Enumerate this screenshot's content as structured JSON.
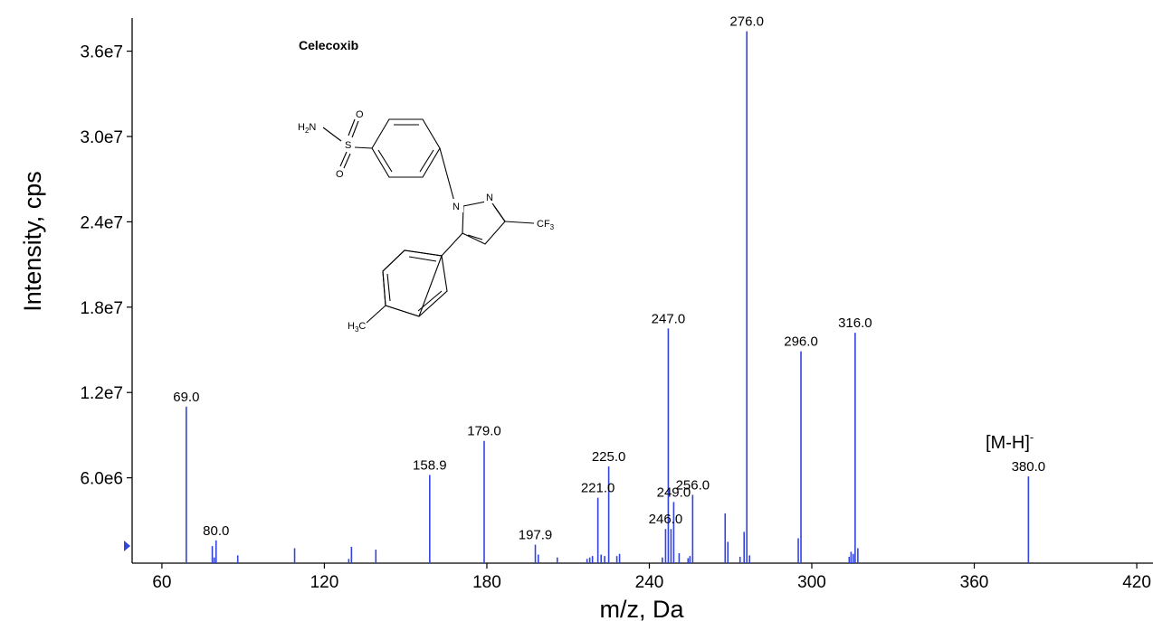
{
  "chart_data": {
    "type": "bar",
    "xlabel": "m/z, Da",
    "ylabel": "Intensity, cps",
    "xlim": [
      49,
      426
    ],
    "ylim": [
      0,
      37500000
    ],
    "x_ticks": [
      {
        "value": 60,
        "label": "60"
      },
      {
        "value": 120,
        "label": "120"
      },
      {
        "value": 180,
        "label": "180"
      },
      {
        "value": 240,
        "label": "240"
      },
      {
        "value": 300,
        "label": "300"
      },
      {
        "value": 360,
        "label": "360"
      },
      {
        "value": 420,
        "label": "420"
      }
    ],
    "y_ticks": [
      {
        "value": 6000000,
        "label": "6.0e6"
      },
      {
        "value": 12000000,
        "label": "1.2e7"
      },
      {
        "value": 18000000,
        "label": "1.8e7"
      },
      {
        "value": 24000000,
        "label": "2.4e7"
      },
      {
        "value": 30000000,
        "label": "3.0e7"
      },
      {
        "value": 36000000,
        "label": "3.6e7"
      }
    ],
    "bar_color": "#3344dd",
    "peaks": [
      {
        "mz": 69.0,
        "intensity": 11000000,
        "label": "69.0"
      },
      {
        "mz": 78.6,
        "intensity": 1200000
      },
      {
        "mz": 79.3,
        "intensity": 400000
      },
      {
        "mz": 80.0,
        "intensity": 1600000,
        "label": "80.0"
      },
      {
        "mz": 88.0,
        "intensity": 550000
      },
      {
        "mz": 109.0,
        "intensity": 1050000
      },
      {
        "mz": 129.0,
        "intensity": 300000
      },
      {
        "mz": 130.0,
        "intensity": 1150000
      },
      {
        "mz": 139.0,
        "intensity": 950000
      },
      {
        "mz": 158.9,
        "intensity": 6200000,
        "label": "158.9"
      },
      {
        "mz": 179.0,
        "intensity": 8600000,
        "label": "179.0"
      },
      {
        "mz": 197.9,
        "intensity": 1300000,
        "label": "197.9"
      },
      {
        "mz": 199.0,
        "intensity": 600000
      },
      {
        "mz": 206.0,
        "intensity": 400000
      },
      {
        "mz": 217.0,
        "intensity": 300000
      },
      {
        "mz": 218.0,
        "intensity": 400000
      },
      {
        "mz": 219.0,
        "intensity": 500000
      },
      {
        "mz": 221.0,
        "intensity": 4600000,
        "label": "221.0"
      },
      {
        "mz": 222.2,
        "intensity": 600000
      },
      {
        "mz": 223.5,
        "intensity": 500000
      },
      {
        "mz": 225.0,
        "intensity": 6800000,
        "label": "225.0"
      },
      {
        "mz": 228.0,
        "intensity": 500000
      },
      {
        "mz": 229.0,
        "intensity": 650000
      },
      {
        "mz": 244.8,
        "intensity": 400000
      },
      {
        "mz": 246.0,
        "intensity": 2400000,
        "label": "246.0"
      },
      {
        "mz": 247.0,
        "intensity": 16500000,
        "label": "247.0"
      },
      {
        "mz": 248.0,
        "intensity": 2400000
      },
      {
        "mz": 249.0,
        "intensity": 4300000,
        "label": "249.0"
      },
      {
        "mz": 251.0,
        "intensity": 700000
      },
      {
        "mz": 254.3,
        "intensity": 350000
      },
      {
        "mz": 255.0,
        "intensity": 500000
      },
      {
        "mz": 256.0,
        "intensity": 4800000,
        "label": "256.0"
      },
      {
        "mz": 268.0,
        "intensity": 3500000
      },
      {
        "mz": 269.0,
        "intensity": 1500000
      },
      {
        "mz": 273.5,
        "intensity": 450000
      },
      {
        "mz": 275.0,
        "intensity": 2200000
      },
      {
        "mz": 276.0,
        "intensity": 37400000,
        "label": "276.0"
      },
      {
        "mz": 277.0,
        "intensity": 550000
      },
      {
        "mz": 295.0,
        "intensity": 1750000
      },
      {
        "mz": 296.0,
        "intensity": 14900000,
        "label": "296.0"
      },
      {
        "mz": 313.8,
        "intensity": 450000
      },
      {
        "mz": 314.5,
        "intensity": 800000
      },
      {
        "mz": 315.3,
        "intensity": 650000
      },
      {
        "mz": 316.0,
        "intensity": 16200000,
        "label": "316.0"
      },
      {
        "mz": 317.0,
        "intensity": 1050000
      },
      {
        "mz": 380.0,
        "intensity": 6100000,
        "label": "380.0"
      }
    ],
    "annotations": {
      "compound": "Celecoxib",
      "ion": "[M-H]",
      "ion_charge": "-",
      "atoms": {
        "nh2_base": "H",
        "nh2_sub": "2",
        "nh2_tail": "N",
        "sulfur": "S",
        "o1": "O",
        "o2": "O",
        "n1": "N",
        "n2": "N",
        "cf3_base": "CF",
        "cf3_sub": "3",
        "ch3_base": "H",
        "ch3_sub": "3",
        "ch3_tail": "C"
      }
    }
  }
}
